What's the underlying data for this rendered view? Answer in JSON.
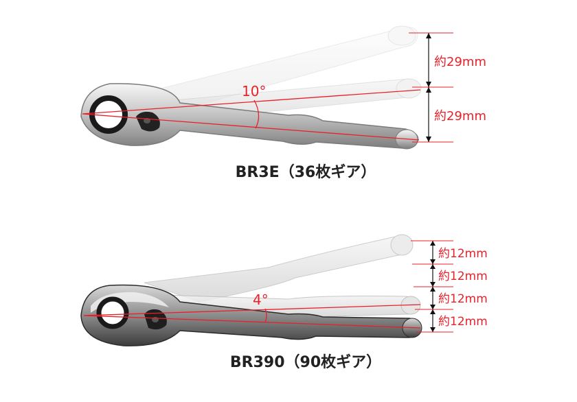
{
  "colors": {
    "accent_red": "#e8202a",
    "metal_light": "#e4e4e4",
    "metal_mid": "#a9a9a9",
    "metal_dark": "#505050",
    "title_text": "#222222"
  },
  "top_wrench": {
    "model_label": "BR3E（36枚ギア）",
    "swing_angle": "10°",
    "dimensions": [
      "約29mm",
      "約29mm"
    ]
  },
  "bottom_wrench": {
    "model_label": "BR390（90枚ギア）",
    "swing_angle": "4°",
    "dimensions": [
      "約12mm",
      "約12mm",
      "約12mm",
      "約12mm"
    ]
  }
}
